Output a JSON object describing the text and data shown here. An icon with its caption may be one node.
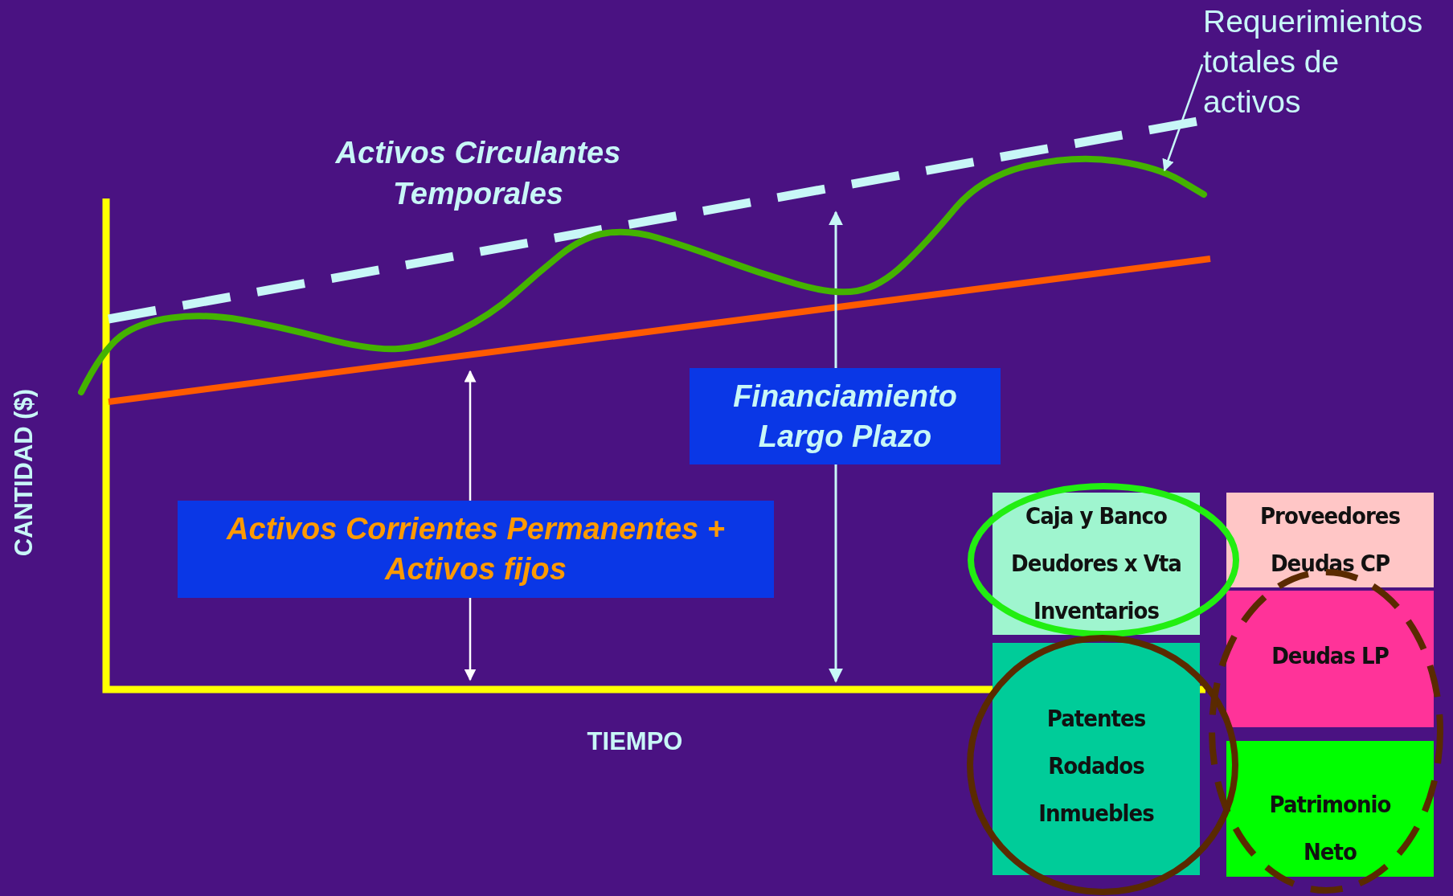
{
  "diagram": {
    "nodes": [
      {
        "text": [
          "Requerimientos totales de activos"
        ]
      },
      {
        "text": [],
        "shape": "line"
      },
      {
        "text": [
          "Financiamiento Largo Plazo"
        ]
      },
      {
        "text": [
          "Activos Corrientes Permanentes + Activos fijos"
        ]
      },
      {
        "text": [
          "Caja y Banco",
          "Deudores x Vta",
          "Inventarios"
        ]
      },
      {
        "text": [
          "Proveedores",
          "Deudas CP"
        ]
      },
      {
        "text": [
          "Patentes",
          "Rodados",
          "Inmuebles"
        ]
      },
      {
        "text": [
          "Deudas LP"
        ]
      },
      {
        "text": [
          "Patrimonio",
          "Neto"
        ]
      }
    ],
    "edges": [
      {
        "from": 0,
        "to": 1,
        "arrow": "to"
      }
    ],
    "labels": [
      "Activos Circulantes Temporales",
      "CANTIDAD ($)",
      "TIEMPO"
    ]
  }
}
